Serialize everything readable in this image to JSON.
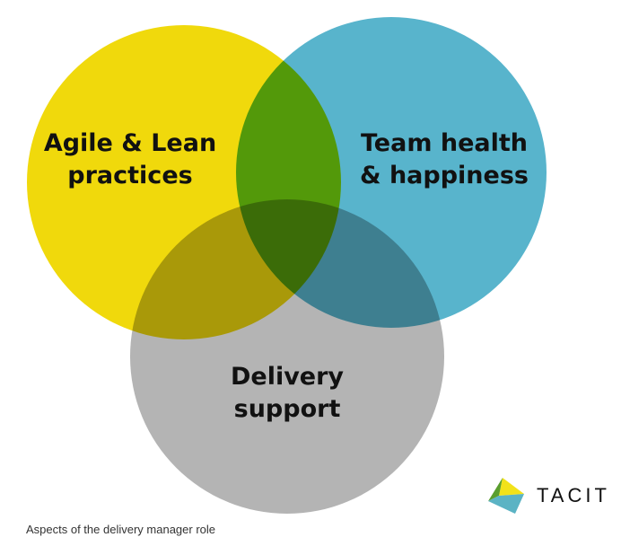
{
  "diagram": {
    "circles": [
      {
        "label_line1": "Agile & Lean",
        "label_line2": "practices",
        "color": "#f0d90c"
      },
      {
        "label_line1": "Team health",
        "label_line2": "& happiness",
        "color": "#58b4cc"
      },
      {
        "label_line1": "Delivery",
        "label_line2": "support",
        "color": "#b4b4b4"
      }
    ]
  },
  "logo": {
    "text": "TACIT"
  },
  "caption": "Aspects of the delivery manager role"
}
